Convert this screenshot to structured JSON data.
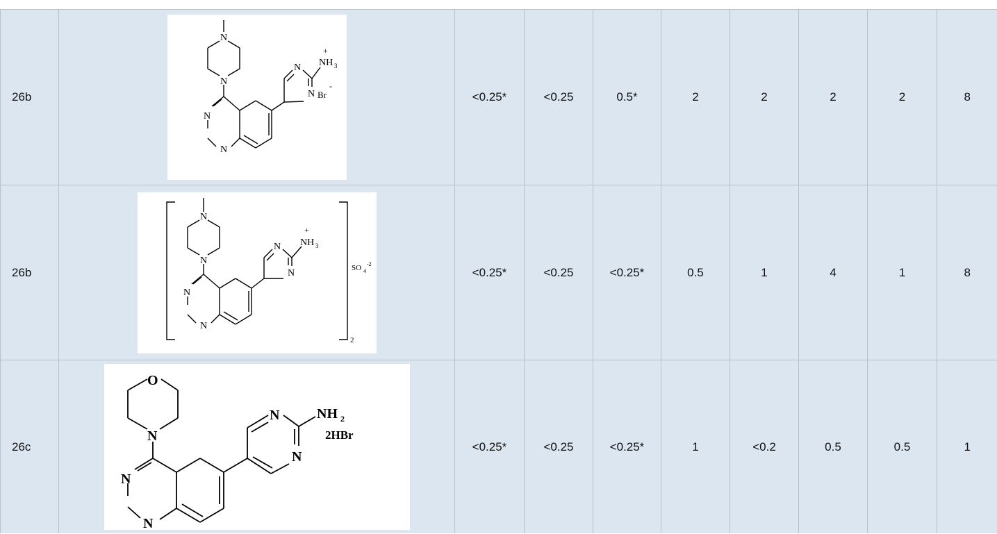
{
  "rows": [
    {
      "compound": "26b",
      "values": [
        "<0.25*",
        "<0.25",
        "0.5*",
        "2",
        "2",
        "2",
        "2",
        "8"
      ],
      "structure": {
        "atoms": [
          "N",
          "N",
          "N",
          "N",
          "N",
          "N",
          "+",
          "NH",
          "3",
          "Br",
          "-"
        ]
      }
    },
    {
      "compound": "26b",
      "values": [
        "<0.25*",
        "<0.25",
        "<0.25*",
        "0.5",
        "1",
        "4",
        "1",
        "8"
      ],
      "structure": {
        "atoms": [
          "N",
          "N",
          "N",
          "N",
          "N",
          "N",
          "+",
          "NH",
          "3",
          "SO",
          "4",
          "-2",
          "2"
        ]
      }
    },
    {
      "compound": "26c",
      "values": [
        "<0.25*",
        "<0.25",
        "<0.25*",
        "1",
        "<0.2",
        "0.5",
        "0.5",
        "1"
      ],
      "structure": {
        "atoms": [
          "O",
          "N",
          "N",
          "N",
          "N",
          "N",
          "NH",
          "2",
          "2HBr"
        ]
      }
    }
  ]
}
